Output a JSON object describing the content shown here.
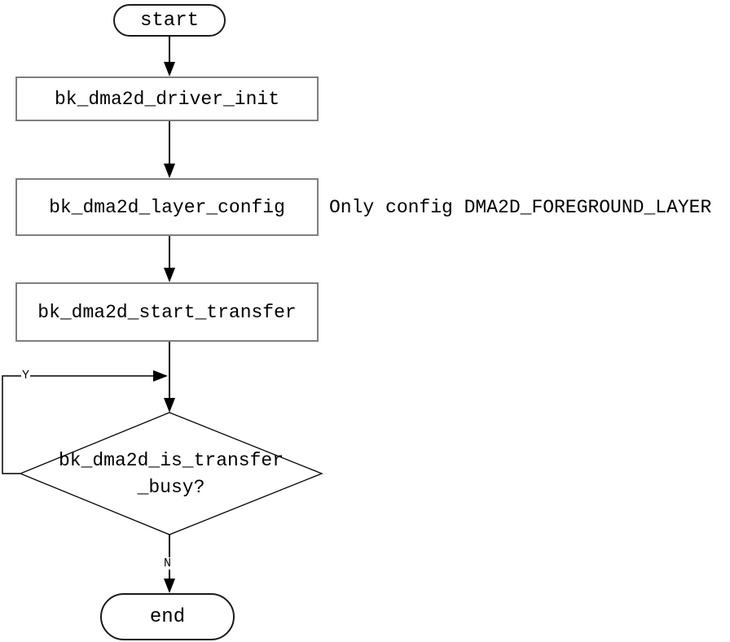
{
  "flowchart": {
    "nodes": [
      {
        "id": "start",
        "type": "terminator",
        "label": "start"
      },
      {
        "id": "driver_init",
        "type": "process",
        "label": "bk_dma2d_driver_init"
      },
      {
        "id": "layer_config",
        "type": "process",
        "label": "bk_dma2d_layer_config"
      },
      {
        "id": "start_transfer",
        "type": "process",
        "label": "bk_dma2d_start_transfer"
      },
      {
        "id": "is_transfer_busy",
        "type": "decision",
        "label_line1": "bk_dma2d_is_transfer",
        "label_line2": "_busy?"
      },
      {
        "id": "end",
        "type": "terminator",
        "label": "end"
      }
    ],
    "edge_labels": {
      "yes": "Y",
      "no": "N"
    },
    "annotation": "Only config DMA2D_FOREGROUND_LAYER",
    "colors": {
      "background": "#ffffff",
      "line": "#000000",
      "process_border": "#7f7f7f",
      "terminator_border": "#1a1a1a",
      "text": "#000000"
    }
  }
}
